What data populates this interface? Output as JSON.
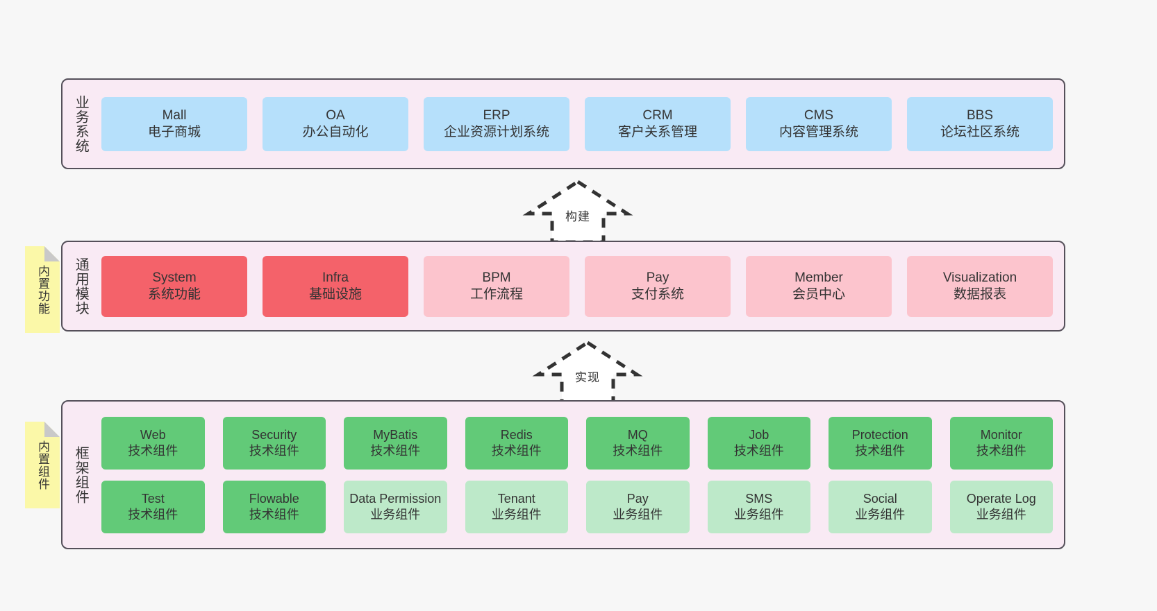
{
  "diagram": {
    "background_color": "#f7f7f7",
    "band_fill": "#f9eaf4",
    "band_border": "#55505a",
    "note_fill": "#fbf8a8"
  },
  "sections": [
    {
      "id": "business-systems",
      "title": "业务系统",
      "note": null,
      "rows": [
        {
          "style": "blue",
          "cards": [
            {
              "en": "Mall",
              "cn": "电子商城"
            },
            {
              "en": "OA",
              "cn": "办公自动化"
            },
            {
              "en": "ERP",
              "cn": "企业资源计划系统"
            },
            {
              "en": "CRM",
              "cn": "客户关系管理"
            },
            {
              "en": "CMS",
              "cn": "内容管理系统"
            },
            {
              "en": "BBS",
              "cn": "论坛社区系统"
            }
          ]
        }
      ]
    },
    {
      "id": "common-modules",
      "title": "通用模块",
      "note": "内置功能",
      "rows": [
        {
          "style": "mixed",
          "cards": [
            {
              "en": "System",
              "cn": "系统功能",
              "color": "red"
            },
            {
              "en": "Infra",
              "cn": "基础设施",
              "color": "red"
            },
            {
              "en": "BPM",
              "cn": "工作流程",
              "color": "pink"
            },
            {
              "en": "Pay",
              "cn": "支付系统",
              "color": "pink"
            },
            {
              "en": "Member",
              "cn": "会员中心",
              "color": "pink"
            },
            {
              "en": "Visualization",
              "cn": "数据报表",
              "color": "pink"
            }
          ]
        }
      ]
    },
    {
      "id": "framework-components",
      "title": "框架组件",
      "note": "内置组件",
      "rows": [
        {
          "style": "green",
          "cards": [
            {
              "en": "Web",
              "cn": "技术组件"
            },
            {
              "en": "Security",
              "cn": "技术组件"
            },
            {
              "en": "MyBatis",
              "cn": "技术组件"
            },
            {
              "en": "Redis",
              "cn": "技术组件"
            },
            {
              "en": "MQ",
              "cn": "技术组件"
            },
            {
              "en": "Job",
              "cn": "技术组件"
            },
            {
              "en": "Protection",
              "cn": "技术组件"
            },
            {
              "en": "Monitor",
              "cn": "技术组件"
            }
          ]
        },
        {
          "style": "mixed-green",
          "cards": [
            {
              "en": "Test",
              "cn": "技术组件",
              "color": "green"
            },
            {
              "en": "Flowable",
              "cn": "技术组件",
              "color": "green"
            },
            {
              "en": "Data Permission",
              "cn": "业务组件",
              "color": "lgreen"
            },
            {
              "en": "Tenant",
              "cn": "业务组件",
              "color": "lgreen"
            },
            {
              "en": "Pay",
              "cn": "业务组件",
              "color": "lgreen"
            },
            {
              "en": "SMS",
              "cn": "业务组件",
              "color": "lgreen"
            },
            {
              "en": "Social",
              "cn": "业务组件",
              "color": "lgreen"
            },
            {
              "en": "Operate Log",
              "cn": "业务组件",
              "color": "lgreen"
            }
          ]
        }
      ]
    }
  ],
  "connectors": [
    {
      "id": "build-arrow",
      "label": "构建",
      "direction": "up",
      "style": "dashed-block-arrow"
    },
    {
      "id": "implement-arrow",
      "label": "实现",
      "direction": "up",
      "style": "dashed-block-arrow"
    }
  ]
}
